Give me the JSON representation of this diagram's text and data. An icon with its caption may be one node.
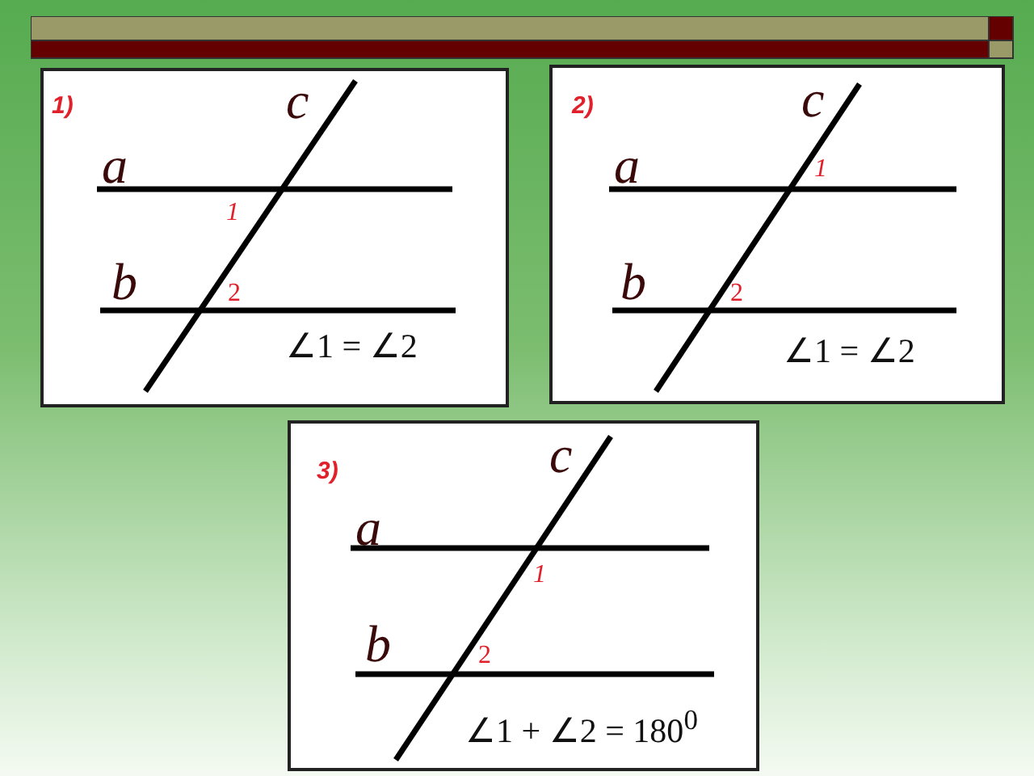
{
  "diagram": {
    "nodes": [
      {
        "text": [
          "1)",
          "c",
          "a",
          "1",
          "b",
          "2",
          "∠1 = ∠2"
        ]
      },
      {
        "text": [
          "2)",
          "c",
          "a",
          "1",
          "b",
          "2",
          "∠1 = ∠2"
        ]
      },
      {
        "text": [
          "3)",
          "c",
          "a",
          "1",
          "b",
          "2",
          "∠1 + ∠2 = 180$^{0}$"
        ]
      }
    ]
  }
}
